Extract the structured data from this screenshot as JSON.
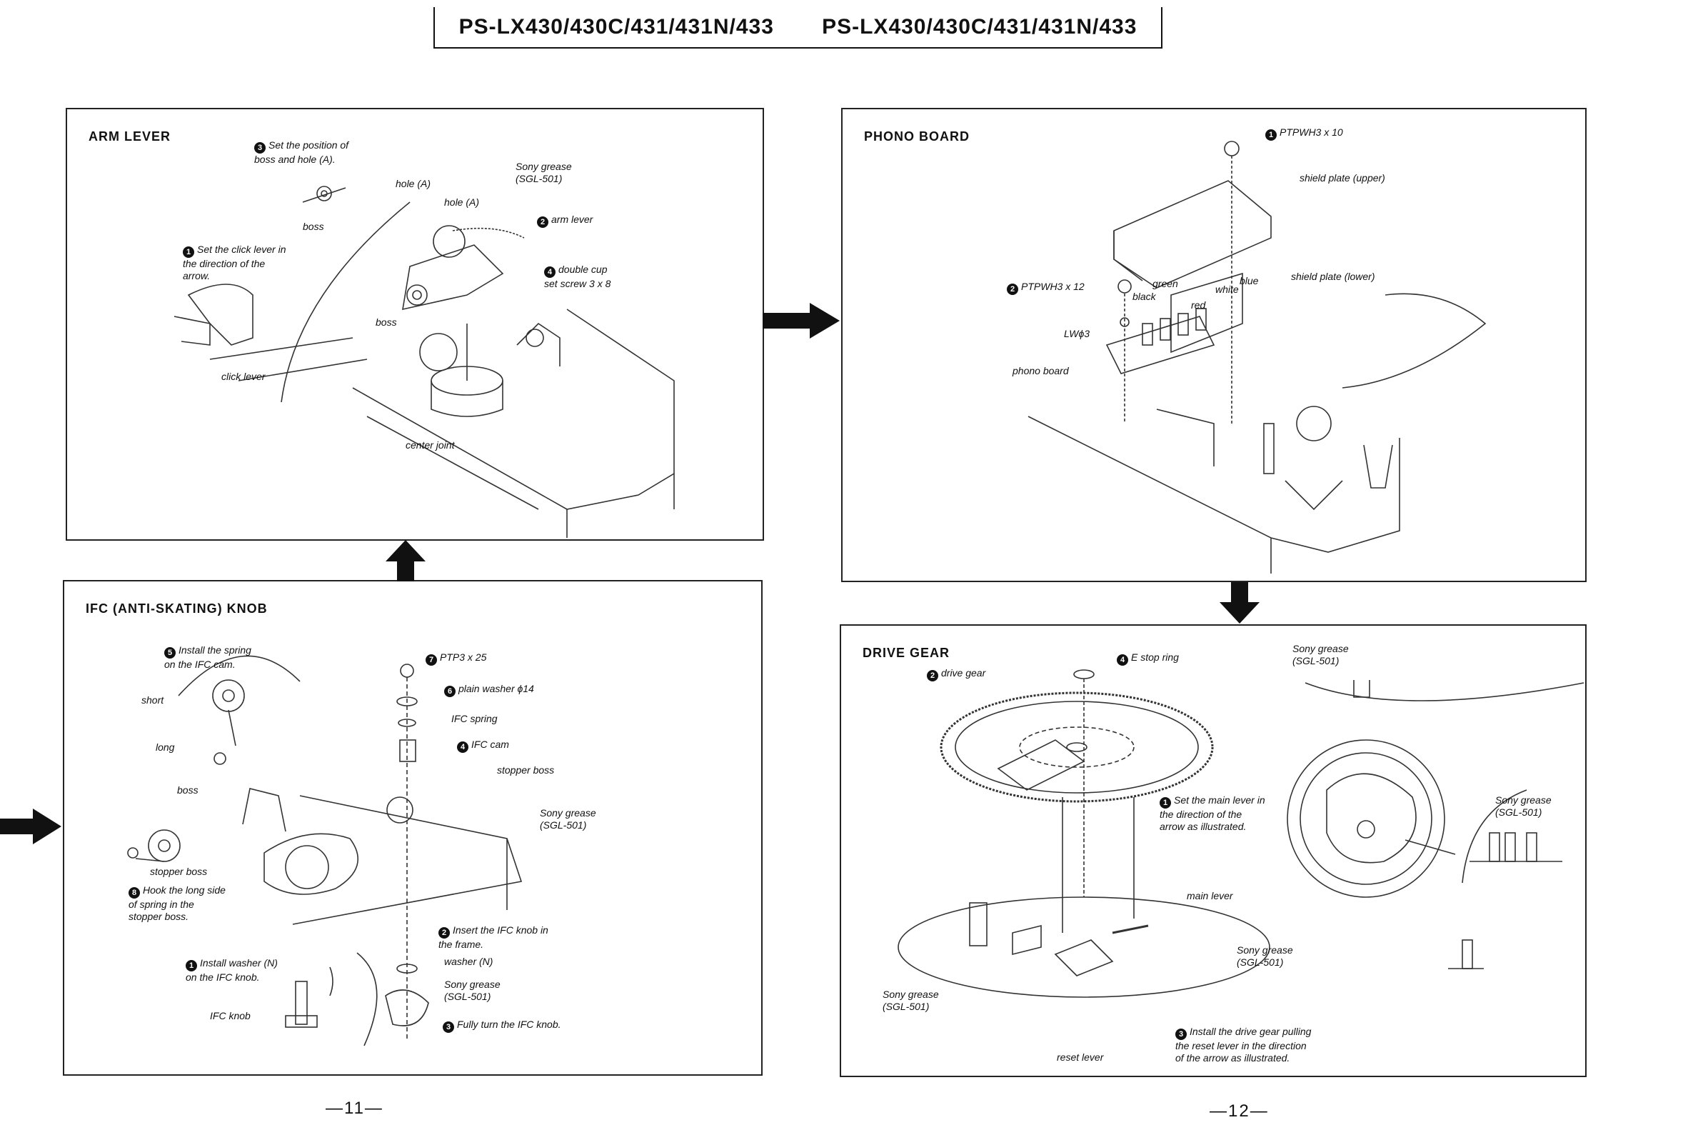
{
  "header": {
    "model_left": "PS-LX430/430C/431/431N/433",
    "model_right": "PS-LX430/430C/431/431N/433"
  },
  "panels": {
    "arm_lever": {
      "title": "ARM LEVER",
      "callouts": {
        "step3_num": "3",
        "step3": "Set the position of\nboss and hole (A).",
        "hole_a_1": "hole (A)",
        "hole_a_2": "hole (A)",
        "boss_1": "boss",
        "sony_grease": "Sony grease\n(SGL-501)",
        "step2_num": "2",
        "step2": "arm lever",
        "step1_num": "1",
        "step1": "Set the click lever in\nthe direction of the\narrow.",
        "step4_num": "4",
        "step4": "double cup\nset screw 3 x 8",
        "boss_2": "boss",
        "click_lever": "click lever",
        "center_joint": "center joint"
      }
    },
    "phono_board": {
      "title": "PHONO BOARD",
      "callouts": {
        "step1_num": "1",
        "step1": "PTPWH3 x 10",
        "shield_upper": "shield plate (upper)",
        "shield_lower": "shield plate (lower)",
        "step2_num": "2",
        "step2": "PTPWH3 x 12",
        "green": "green",
        "black": "black",
        "white": "white",
        "blue": "blue",
        "red": "red",
        "lw": "LWϕ3",
        "phono_board": "phono board"
      }
    },
    "ifc_knob": {
      "title": "IFC (ANTI-SKATING) KNOB",
      "callouts": {
        "step5_num": "5",
        "step5": "Install the spring\non the IFC cam.",
        "short": "short",
        "long": "long",
        "boss": "boss",
        "step7_num": "7",
        "step7": "PTP3 x 25",
        "step6_num": "6",
        "step6": "plain washer ϕ14",
        "ifc_spring": "IFC spring",
        "step4_num": "4",
        "step4": "IFC cam",
        "stopper_boss_1": "stopper boss",
        "sony_grease_1": "Sony grease\n(SGL-501)",
        "stopper_boss_2": "stopper boss",
        "step8_num": "8",
        "step8": "Hook the long side\nof spring in the\nstopper boss.",
        "step2_num": "2",
        "step2": "Insert the IFC knob in\nthe frame.",
        "washer_n": "washer (N)",
        "step1_num": "1",
        "step1": "Install washer (N)\non the IFC knob.",
        "sony_grease_2": "Sony grease\n(SGL-501)",
        "ifc_knob": "IFC knob",
        "step3_num": "3",
        "step3": "Fully turn the IFC knob."
      }
    },
    "drive_gear": {
      "title": "DRIVE GEAR",
      "callouts": {
        "step4_num": "4",
        "step4": "E stop ring",
        "step2_num": "2",
        "step2": "drive gear",
        "sony_grease_1": "Sony grease\n(SGL-501)",
        "sony_grease_2": "Sony grease\n(SGL-501)",
        "step1_num": "1",
        "step1": "Set the main lever in\nthe direction of the\narrow as illustrated.",
        "main_lever": "main lever",
        "sony_grease_3": "Sony grease\n(SGL-501)",
        "sony_grease_4": "Sony grease\n(SGL-501)",
        "step3_num": "3",
        "step3": "Install the drive gear pulling\nthe reset lever in the direction\nof the arrow as illustrated.",
        "reset_lever": "reset lever"
      }
    }
  },
  "footer": {
    "page_left": "—11—",
    "page_right": "—12—"
  }
}
